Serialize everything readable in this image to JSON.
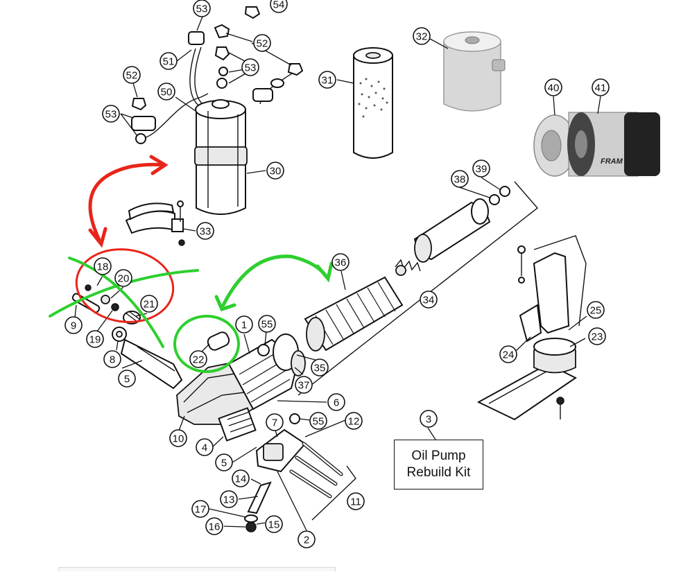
{
  "diagram": {
    "callouts": [
      {
        "id": "c53a",
        "label": "53"
      },
      {
        "id": "c54",
        "label": "54"
      },
      {
        "id": "c52a",
        "label": "52"
      },
      {
        "id": "c51",
        "label": "51"
      },
      {
        "id": "c53b",
        "label": "53"
      },
      {
        "id": "c52b",
        "label": "52"
      },
      {
        "id": "c50",
        "label": "50"
      },
      {
        "id": "c53c",
        "label": "53"
      },
      {
        "id": "c30",
        "label": "30"
      },
      {
        "id": "c33",
        "label": "33"
      },
      {
        "id": "c31",
        "label": "31"
      },
      {
        "id": "c32",
        "label": "32"
      },
      {
        "id": "c40",
        "label": "40"
      },
      {
        "id": "c41",
        "label": "41"
      },
      {
        "id": "c38",
        "label": "38"
      },
      {
        "id": "c39",
        "label": "39"
      },
      {
        "id": "c36",
        "label": "36"
      },
      {
        "id": "c34",
        "label": "34"
      },
      {
        "id": "c18",
        "label": "18"
      },
      {
        "id": "c20",
        "label": "20"
      },
      {
        "id": "c21",
        "label": "21"
      },
      {
        "id": "c9",
        "label": "9"
      },
      {
        "id": "c19",
        "label": "19"
      },
      {
        "id": "c8",
        "label": "8"
      },
      {
        "id": "c5a",
        "label": "5"
      },
      {
        "id": "c22",
        "label": "22"
      },
      {
        "id": "c1",
        "label": "1"
      },
      {
        "id": "c55a",
        "label": "55"
      },
      {
        "id": "c35",
        "label": "35"
      },
      {
        "id": "c37",
        "label": "37"
      },
      {
        "id": "c6",
        "label": "6"
      },
      {
        "id": "c10",
        "label": "10"
      },
      {
        "id": "c7",
        "label": "7"
      },
      {
        "id": "c55b",
        "label": "55"
      },
      {
        "id": "c12",
        "label": "12"
      },
      {
        "id": "c4",
        "label": "4"
      },
      {
        "id": "c5b",
        "label": "5"
      },
      {
        "id": "c14",
        "label": "14"
      },
      {
        "id": "c13",
        "label": "13"
      },
      {
        "id": "c17",
        "label": "17"
      },
      {
        "id": "c16",
        "label": "16"
      },
      {
        "id": "c15",
        "label": "15"
      },
      {
        "id": "c2",
        "label": "2"
      },
      {
        "id": "c11",
        "label": "11"
      },
      {
        "id": "c3",
        "label": "3"
      },
      {
        "id": "c25",
        "label": "25"
      },
      {
        "id": "c23",
        "label": "23"
      },
      {
        "id": "c24",
        "label": "24"
      }
    ],
    "box_text": [
      "Oil Pump",
      "Rebuild Kit"
    ],
    "filter_brand": "FRAM",
    "annotation_colors": {
      "red": "#e8251b",
      "green": "#2ecf2e"
    }
  }
}
